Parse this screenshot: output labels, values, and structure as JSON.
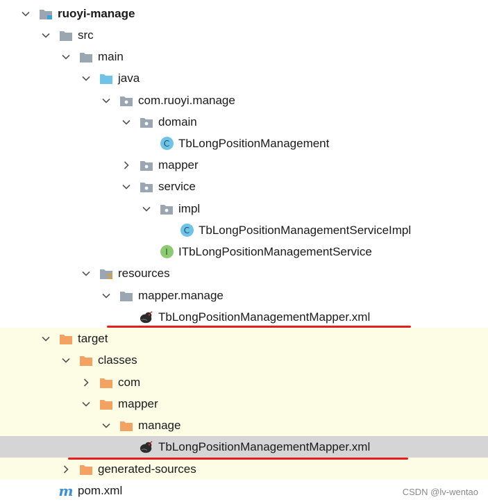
{
  "colors": {
    "target_background": "#fdfde6",
    "selected_row": "#d5d5d5",
    "underline": "#e41d1d",
    "folder_gray": "#9aa6b1",
    "folder_blue": "#6ec3e6",
    "folder_orange": "#f4a261"
  },
  "tree": [
    {
      "label": "ruoyi-manage",
      "chevron": "down",
      "icon": "module-folder-icon"
    },
    {
      "label": "src",
      "chevron": "down",
      "icon": "folder-icon"
    },
    {
      "label": "main",
      "chevron": "down",
      "icon": "folder-icon"
    },
    {
      "label": "java",
      "chevron": "down",
      "icon": "source-folder-icon"
    },
    {
      "label": "com.ruoyi.manage",
      "chevron": "down",
      "icon": "package-icon"
    },
    {
      "label": "domain",
      "chevron": "down",
      "icon": "package-icon"
    },
    {
      "label": "TbLongPositionManagement",
      "chevron": "none",
      "icon": "class-icon"
    },
    {
      "label": "mapper",
      "chevron": "right",
      "icon": "package-icon"
    },
    {
      "label": "service",
      "chevron": "down",
      "icon": "package-icon"
    },
    {
      "label": "impl",
      "chevron": "down",
      "icon": "package-icon"
    },
    {
      "label": "TbLongPositionManagementServiceImpl",
      "chevron": "none",
      "icon": "class-icon"
    },
    {
      "label": "ITbLongPositionManagementService",
      "chevron": "none",
      "icon": "interface-icon"
    },
    {
      "label": "resources",
      "chevron": "down",
      "icon": "resources-folder-icon"
    },
    {
      "label": "mapper.manage",
      "chevron": "down",
      "icon": "folder-icon"
    },
    {
      "label": "TbLongPositionManagementMapper.xml",
      "chevron": "none",
      "icon": "mybatis-xml-icon"
    },
    {
      "label": "target",
      "chevron": "down",
      "icon": "excluded-folder-icon"
    },
    {
      "label": "classes",
      "chevron": "down",
      "icon": "excluded-folder-icon"
    },
    {
      "label": "com",
      "chevron": "right",
      "icon": "excluded-folder-icon"
    },
    {
      "label": "mapper",
      "chevron": "down",
      "icon": "excluded-folder-icon"
    },
    {
      "label": "manage",
      "chevron": "down",
      "icon": "excluded-folder-icon"
    },
    {
      "label": "TbLongPositionManagementMapper.xml",
      "chevron": "none",
      "icon": "mybatis-xml-icon",
      "selected": true
    },
    {
      "label": "generated-sources",
      "chevron": "right",
      "icon": "excluded-folder-icon"
    },
    {
      "label": "pom.xml",
      "chevron": "none",
      "icon": "maven-icon"
    }
  ],
  "watermark": "CSDN @lv-wentao"
}
